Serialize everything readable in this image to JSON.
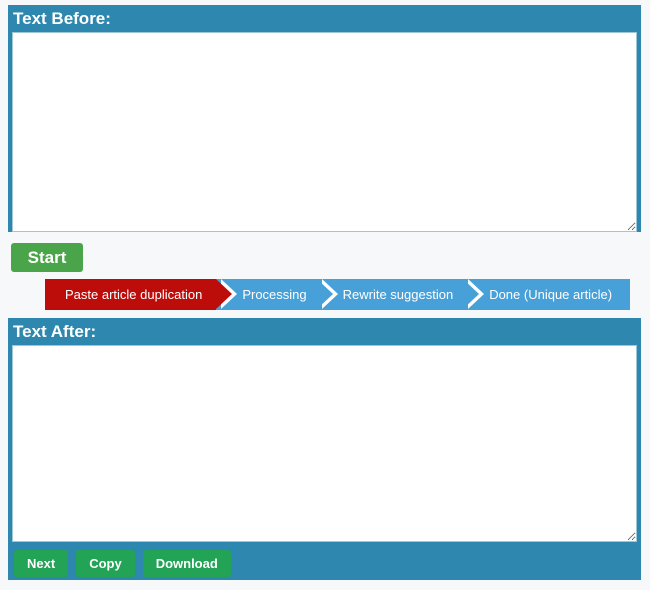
{
  "before_panel": {
    "title": "Text Before:",
    "textarea_value": ""
  },
  "start_button": {
    "label": "Start"
  },
  "steps": [
    {
      "label": "Paste article duplication",
      "color": "#bd0d0b"
    },
    {
      "label": "Processing",
      "color": "#47a0d8"
    },
    {
      "label": "Rewrite suggestion",
      "color": "#47a0d8"
    },
    {
      "label": "Done (Unique article)",
      "color": "#47a0d8"
    }
  ],
  "after_panel": {
    "title": "Text After:",
    "textarea_value": "",
    "actions": [
      {
        "label": "Next"
      },
      {
        "label": "Copy"
      },
      {
        "label": "Download"
      }
    ]
  },
  "colors": {
    "panel_teal": "#2e87ae",
    "start_green": "#4aa54a",
    "action_green": "#22a355",
    "step_red": "#bd0d0b",
    "step_blue": "#47a0d8",
    "page_background": "#f7f8f9"
  }
}
